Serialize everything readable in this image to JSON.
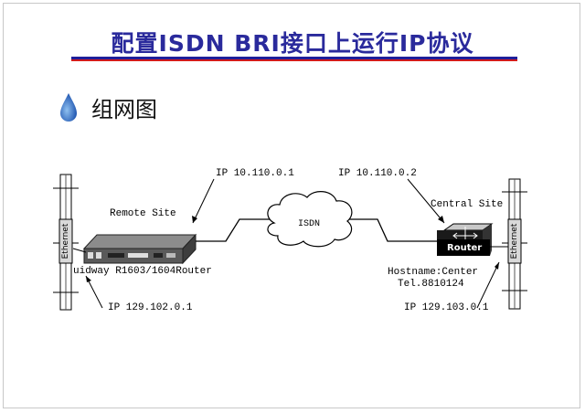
{
  "title": "配置ISDN BRI接口上运行IP协议",
  "subtitle": "组网图",
  "labels": {
    "left_ip_top": "IP 10.110.0.1",
    "right_ip_top": "IP 10.110.0.2",
    "remote_site": "Remote Site",
    "central_site": "Central Site",
    "isdn": "ISDN",
    "router_box": "Router",
    "left_device": "uidway R1603/1604Router",
    "hostname": "Hostname:Center",
    "tel": "Tel.8810124",
    "left_ip_bottom": "IP 129.102.0.1",
    "right_ip_bottom": "IP 129.103.0.1",
    "left_ethernet": "Ethernet",
    "right_ethernet": "Ethernet"
  },
  "colors": {
    "title": "#2a2a9c",
    "rule_blue": "#1f1f9a",
    "rule_red": "#d21c1c",
    "bullet": "#2f6fc8"
  },
  "icons": {
    "bullet": "water-drop-icon",
    "router": "router-icon",
    "cloud": "cloud-icon"
  }
}
